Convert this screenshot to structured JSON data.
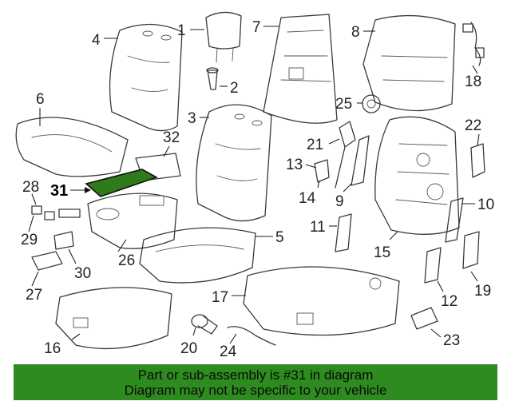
{
  "diagram": {
    "highlight_color": "#2e8b1f",
    "highlighted_part": "31",
    "callouts": [
      "1",
      "2",
      "3",
      "4",
      "5",
      "6",
      "7",
      "8",
      "9",
      "10",
      "11",
      "12",
      "13",
      "14",
      "15",
      "16",
      "17",
      "18",
      "19",
      "20",
      "21",
      "22",
      "23",
      "24",
      "25",
      "26",
      "27",
      "28",
      "29",
      "30",
      "31",
      "32"
    ]
  },
  "banner": {
    "line1": "Part or sub-assembly is #31 in diagram",
    "line2": "Diagram may not be specific to your vehicle",
    "background": "#2e8b1f"
  }
}
